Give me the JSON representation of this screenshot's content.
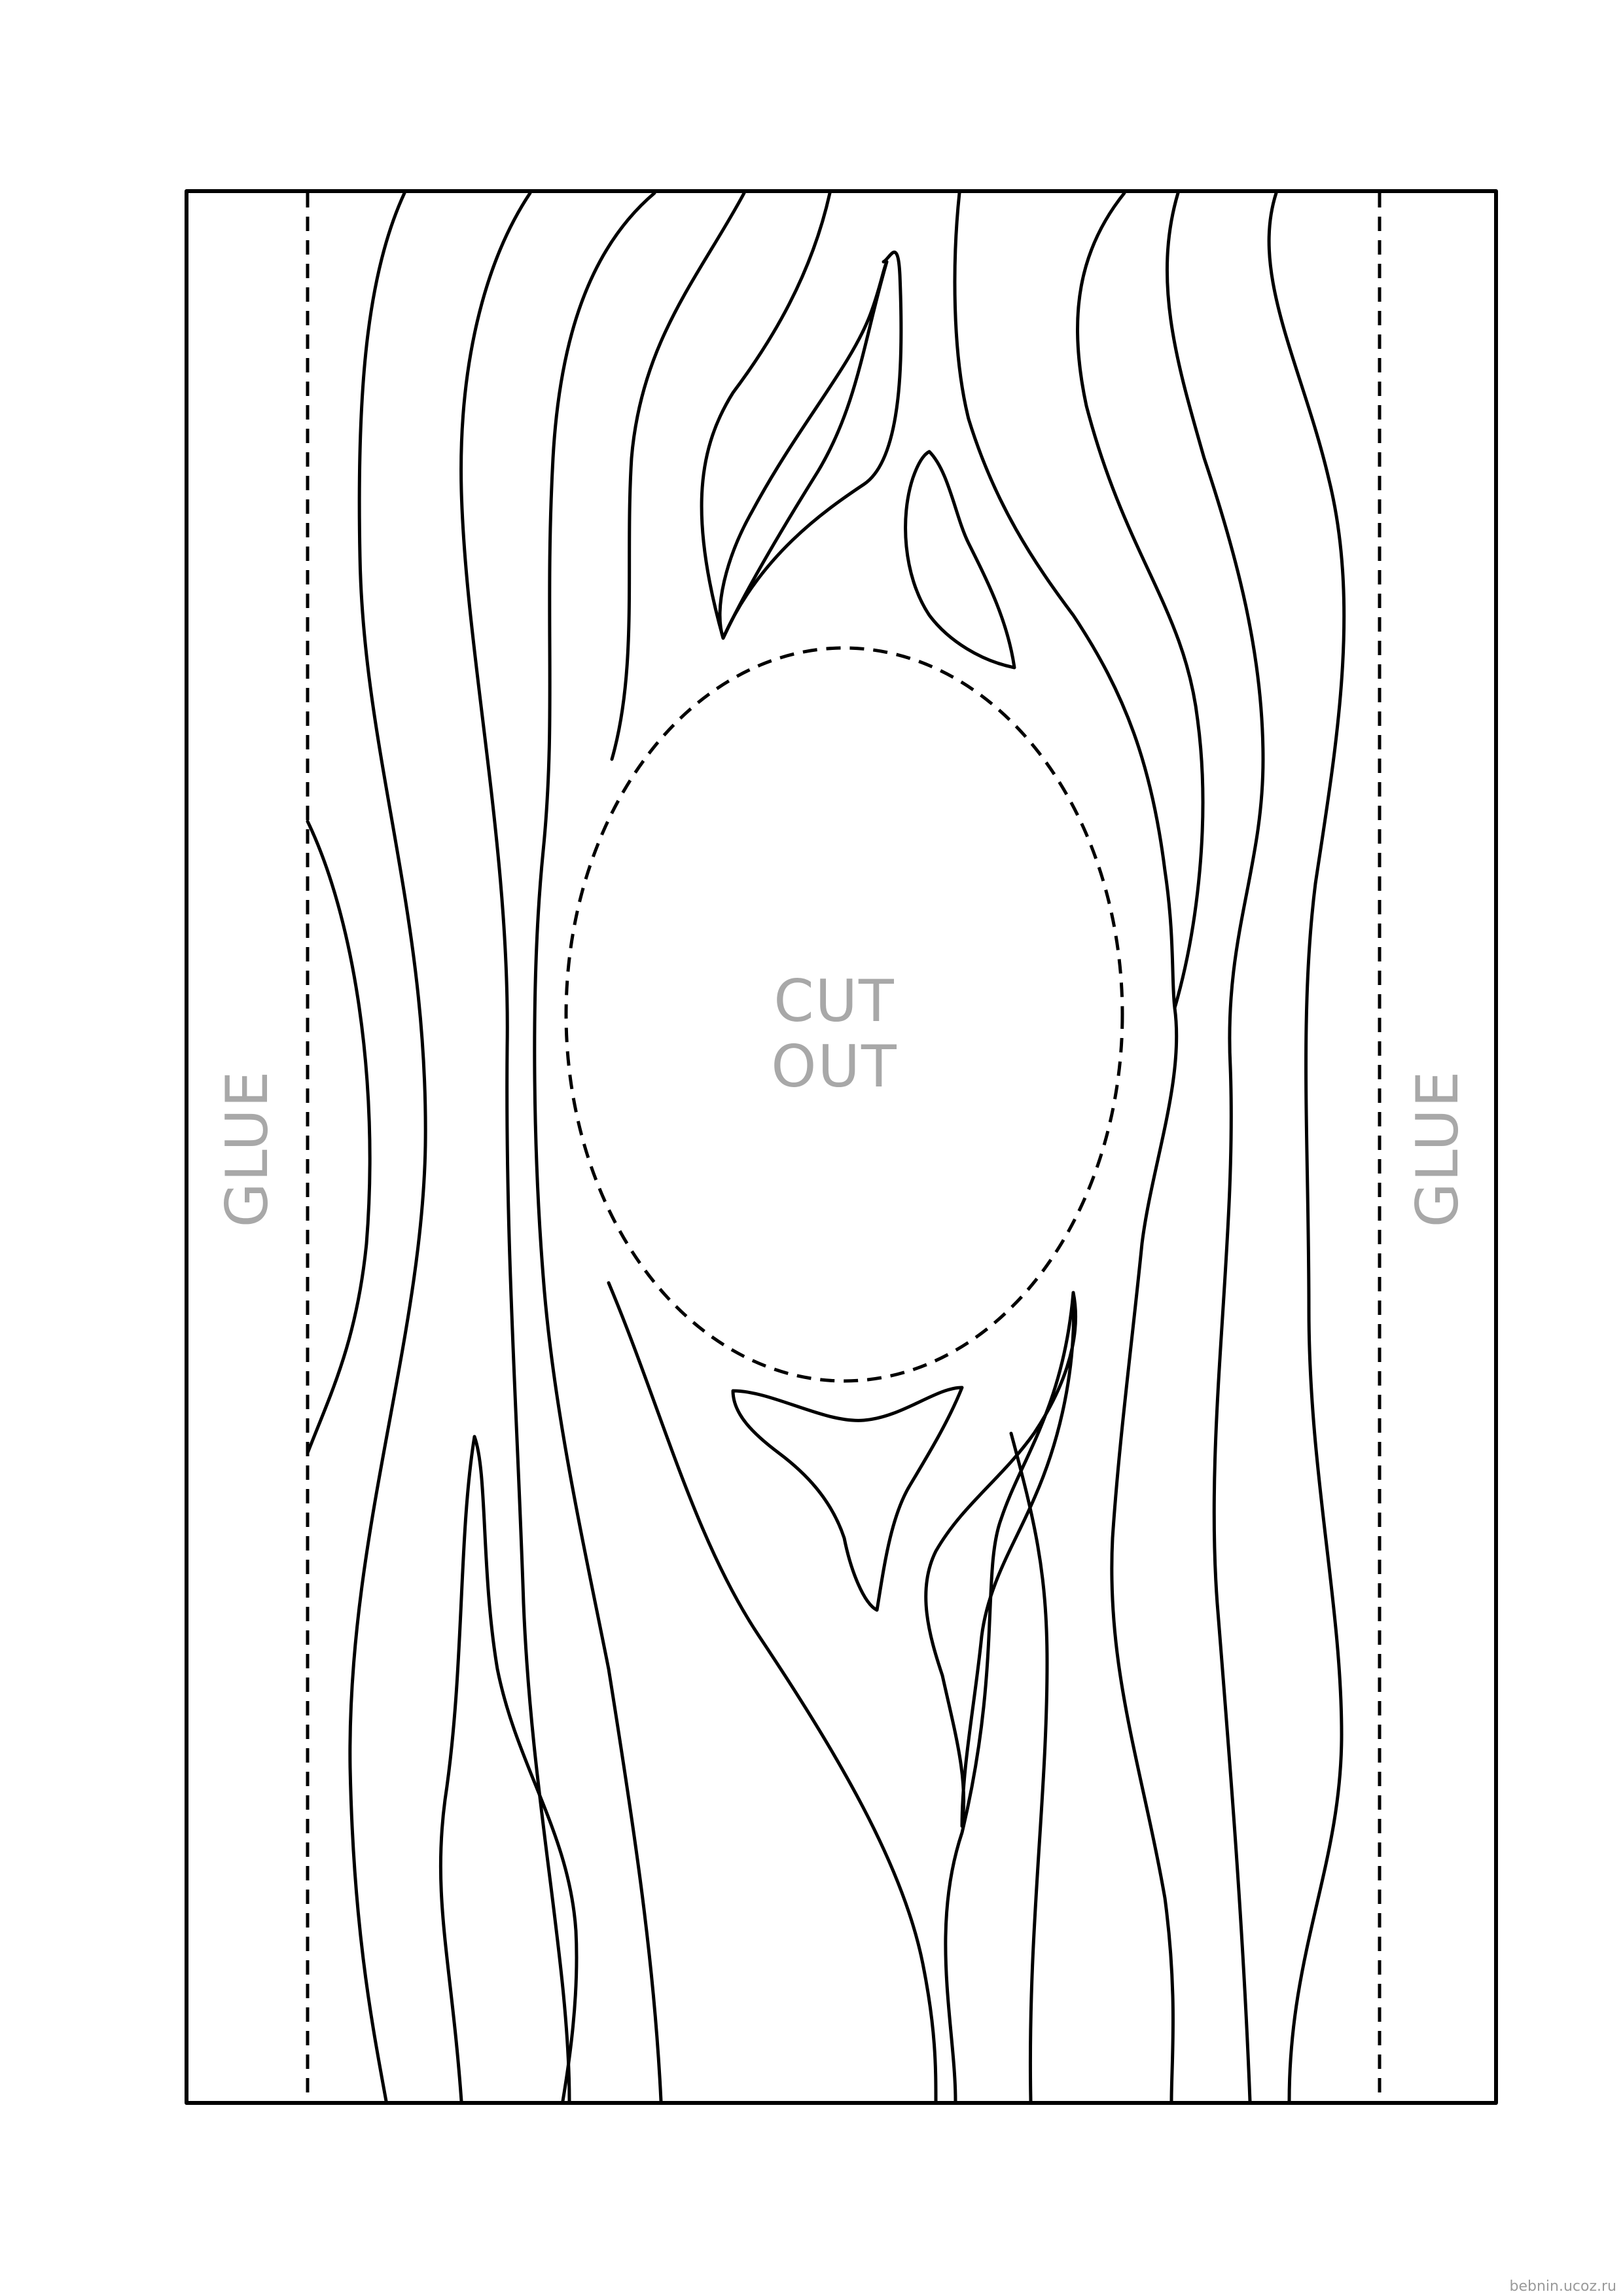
{
  "labels": {
    "glue_left": "GLUE",
    "glue_right": "GLUE",
    "cut_line1": "CUT",
    "cut_line2": "OUT"
  },
  "watermark": "bebnin.ucoz.ru",
  "colors": {
    "line": "#000000",
    "label": "#a8a8a8",
    "background": "#ffffff"
  }
}
